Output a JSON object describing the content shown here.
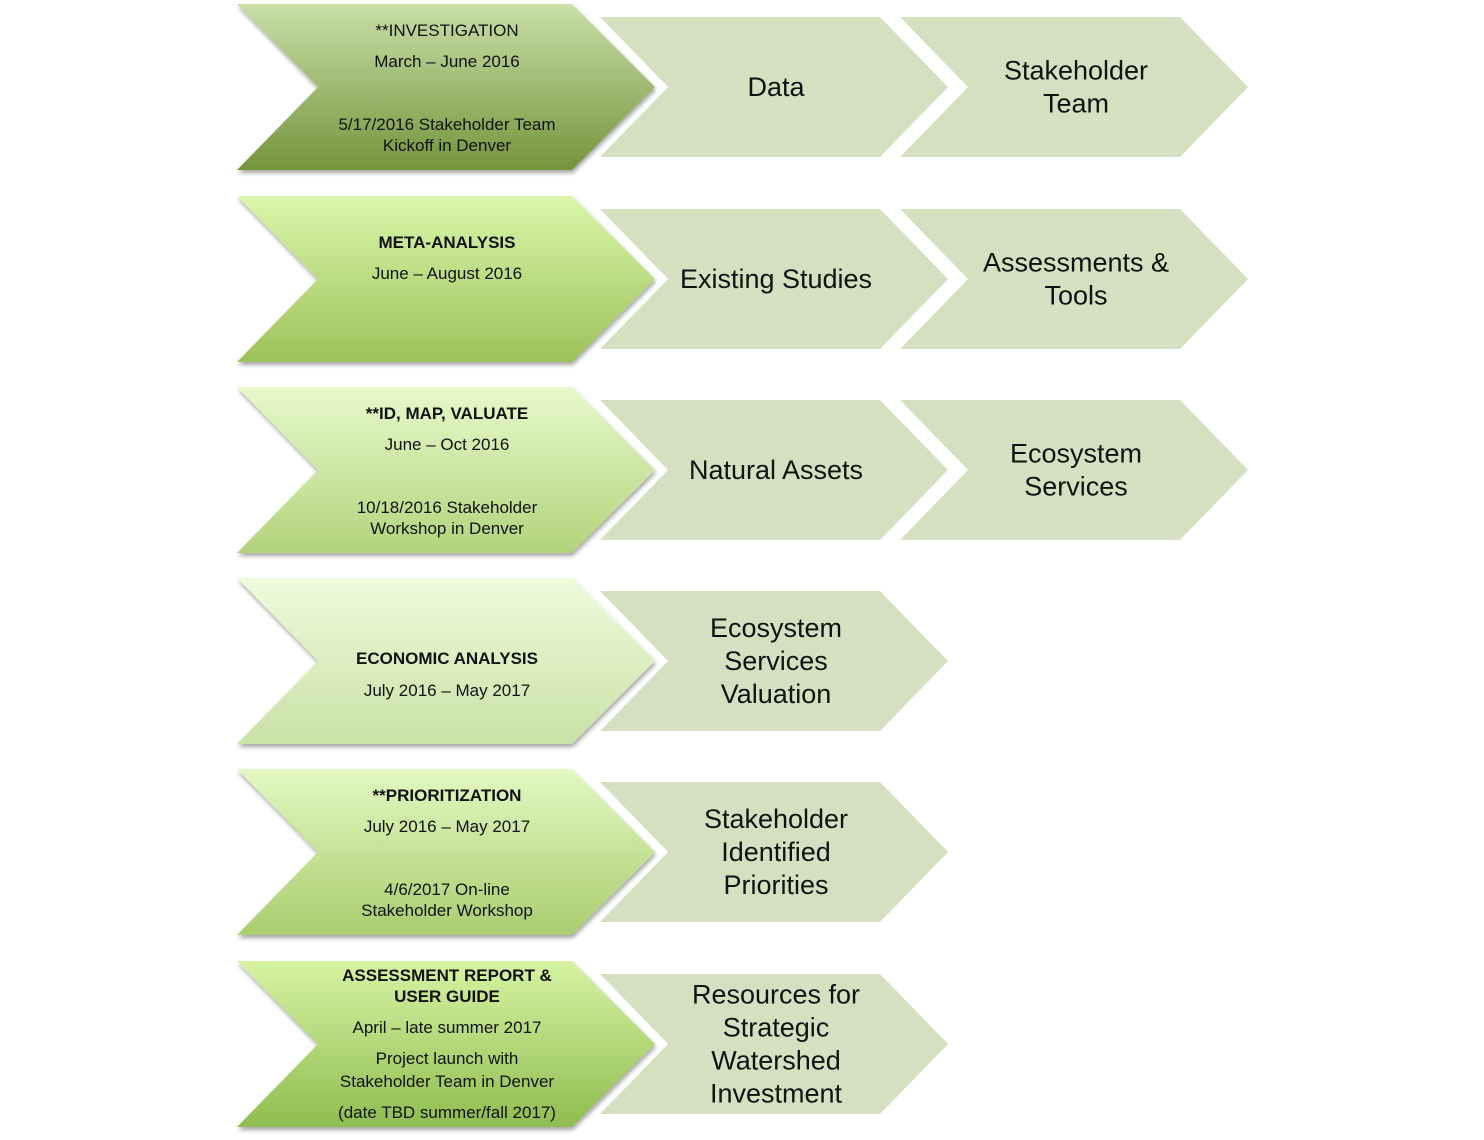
{
  "diagram": {
    "secondary_fill": "#d5e0c1",
    "rows": [
      {
        "phase": {
          "lines": [
            {
              "text": "**INVESTIGATION",
              "bold": false
            },
            {
              "text": "March – June 2016",
              "bold": false
            },
            {
              "text": "",
              "bold": false
            },
            {
              "text": "5/17/2016 Stakeholder Team",
              "bold": false
            },
            {
              "text": "Kickoff in Denver",
              "bold": false
            }
          ],
          "gradient": [
            "#c8dfa8",
            "#74953c"
          ]
        },
        "outputs": [
          {
            "lines": [
              "Data"
            ]
          },
          {
            "lines": [
              "Stakeholder",
              "Team"
            ]
          }
        ]
      },
      {
        "phase": {
          "lines": [
            {
              "text": "META-ANALYSIS",
              "bold": true
            },
            {
              "text": "June – August 2016",
              "bold": false
            }
          ],
          "gradient": [
            "#daf7ab",
            "#9cc25a"
          ]
        },
        "outputs": [
          {
            "lines": [
              "Existing Studies"
            ]
          },
          {
            "lines": [
              "Assessments &",
              "Tools"
            ]
          }
        ]
      },
      {
        "phase": {
          "lines": [
            {
              "text": "**ID, MAP, VALUATE",
              "bold": true
            },
            {
              "text": "June – Oct 2016",
              "bold": false
            },
            {
              "text": "",
              "bold": false
            },
            {
              "text": "10/18/2016 Stakeholder",
              "bold": false
            },
            {
              "text": "Workshop in Denver",
              "bold": false
            }
          ],
          "gradient": [
            "#e6f9cc",
            "#b2d47c"
          ]
        },
        "outputs": [
          {
            "lines": [
              "Natural Assets"
            ]
          },
          {
            "lines": [
              "Ecosystem",
              "Services"
            ]
          }
        ]
      },
      {
        "phase": {
          "lines": [
            {
              "text": "ECONOMIC ANALYSIS",
              "bold": true
            },
            {
              "text": "July 2016 – May 2017",
              "bold": false
            }
          ],
          "gradient": [
            "#eefbdc",
            "#c9e2a6"
          ]
        },
        "outputs": [
          {
            "lines": [
              "Ecosystem",
              "Services",
              "Valuation"
            ]
          }
        ]
      },
      {
        "phase": {
          "lines": [
            {
              "text": "**PRIORITIZATION",
              "bold": true
            },
            {
              "text": "July 2016 – May 2017",
              "bold": false
            },
            {
              "text": "",
              "bold": false
            },
            {
              "text": "4/6/2017 On-line",
              "bold": false
            },
            {
              "text": "Stakeholder Workshop",
              "bold": false
            }
          ],
          "gradient": [
            "#e2f9c2",
            "#a9cd6f"
          ]
        },
        "outputs": [
          {
            "lines": [
              "Stakeholder",
              "Identified",
              "Priorities"
            ]
          }
        ]
      },
      {
        "phase": {
          "lines": [
            {
              "text": "ASSESSMENT REPORT &",
              "bold": true
            },
            {
              "text": "USER GUIDE",
              "bold": true
            },
            {
              "text": "April – late summer 2017",
              "bold": false
            },
            {
              "text": "Project launch with",
              "bold": false
            },
            {
              "text": "Stakeholder Team in Denver",
              "bold": false
            },
            {
              "text": "(date TBD summer/fall 2017)",
              "bold": false
            }
          ],
          "gradient": [
            "#d6f3a3",
            "#8fbd50"
          ]
        },
        "outputs": [
          {
            "lines": [
              "Resources for",
              "Strategic",
              "Watershed",
              "Investment"
            ]
          }
        ]
      }
    ]
  }
}
